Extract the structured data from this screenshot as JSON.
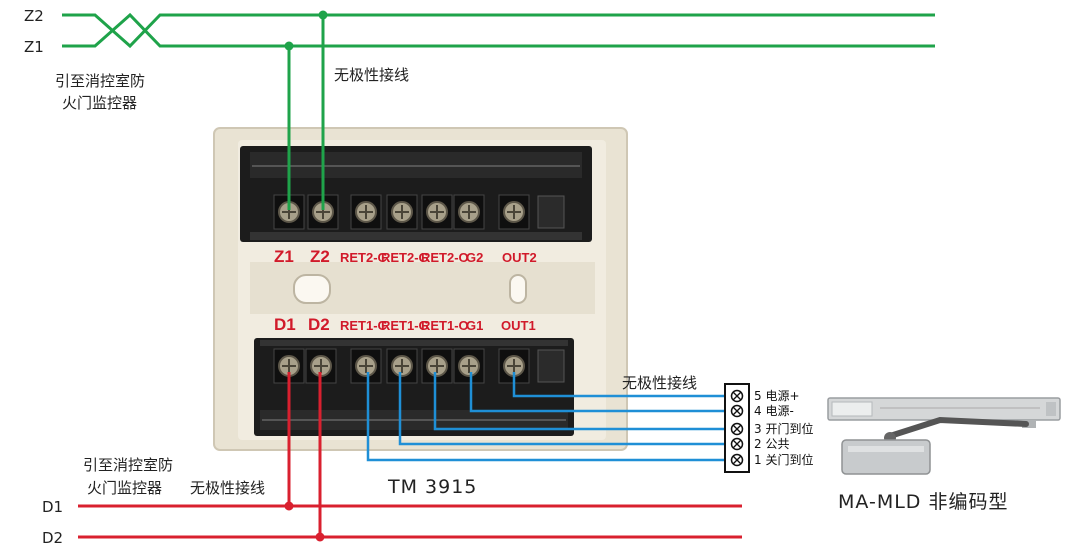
{
  "left_labels": {
    "z2": "Z2",
    "z1": "Z1",
    "d1": "D1",
    "d2": "D2"
  },
  "notes": {
    "top_lead_line1": "引至消控室防",
    "top_lead_line2": "火门监控器",
    "top_nonpolar": "无极性接线",
    "bottom_lead_line1": "引至消控室防",
    "bottom_lead_line2": "火门监控器",
    "bottom_nonpolar": "无极性接线",
    "right_nonpolar": "无极性接线"
  },
  "module": {
    "model": "TM 3915",
    "top_terminals": [
      "Z1",
      "Z2",
      "RET2-C",
      "RET2-G",
      "RET2-O",
      "G2",
      "OUT2"
    ],
    "bottom_terminals": [
      "D1",
      "D2",
      "RET1-C",
      "RET1-G",
      "RET1-O",
      "G1",
      "OUT1"
    ]
  },
  "terminal_block": {
    "items": [
      "5 电源+",
      "4 电源-",
      "3 开门到位",
      "2 公共",
      "1 关门到位"
    ]
  },
  "device": {
    "name": "MA-MLD  非编码型"
  },
  "colors": {
    "green_wire": "#1fa34a",
    "red_wire": "#d9202f",
    "blue_wire": "#1f8fd6",
    "module_shell": "#ece6d6",
    "terminal_body": "#1c1c1c",
    "label_red": "#d11a2a"
  }
}
